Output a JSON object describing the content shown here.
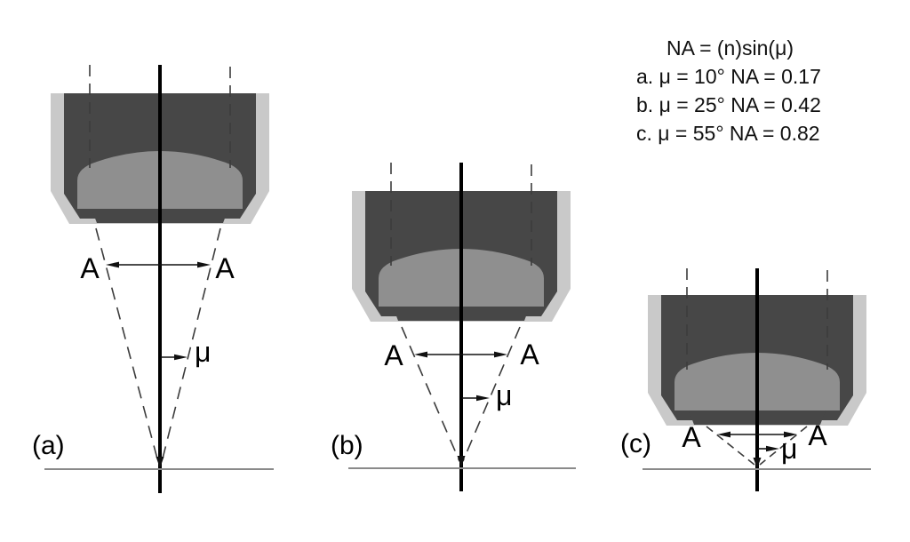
{
  "figure": {
    "formula": {
      "title": "NA = (n)sin(μ)",
      "entries": [
        "a. μ = 10° NA = 0.17",
        "b. μ = 25° NA = 0.42",
        "c. μ = 55° NA = 0.82"
      ]
    },
    "objectives": [
      {
        "label": "(a)",
        "aperture": "A",
        "angle": "μ",
        "mu_degrees": 10,
        "na": 0.17
      },
      {
        "label": "(b)",
        "aperture": "A",
        "angle": "μ",
        "mu_degrees": 25,
        "na": 0.42
      },
      {
        "label": "(c)",
        "aperture": "A",
        "angle": "μ",
        "mu_degrees": 55,
        "na": 0.82
      }
    ],
    "colors": {
      "casing": "#c9c9c9",
      "barrel": "#474747",
      "lens": "#8f8f8f"
    }
  }
}
